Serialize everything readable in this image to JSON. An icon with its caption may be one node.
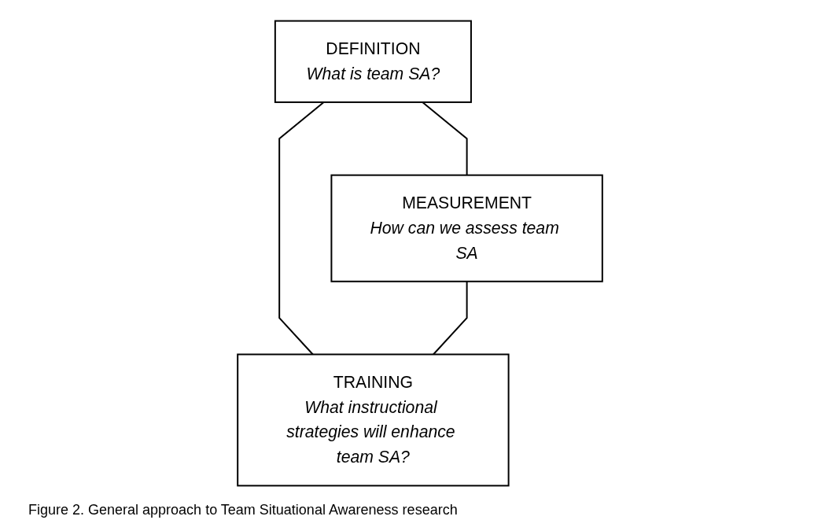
{
  "diagram": {
    "caption": "Figure 2. General approach to Team Situational Awareness research",
    "nodes": [
      {
        "text": [
          "DEFINITION",
          "What is team SA?"
        ]
      },
      {
        "text": [
          "MEASUREMENT",
          "How can we assess team SA"
        ]
      },
      {
        "text": [
          "TRAINING",
          "What instructional strategies will enhance team SA?"
        ]
      }
    ],
    "edges": [
      {
        "from": 0,
        "to": 1,
        "arrow": "none"
      },
      {
        "from": 0,
        "to": 2,
        "arrow": "none"
      },
      {
        "from": 1,
        "to": 2,
        "arrow": "none"
      }
    ]
  }
}
